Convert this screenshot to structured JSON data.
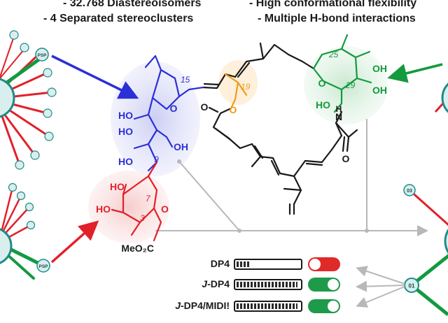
{
  "header": {
    "left_line1": "- 32.768 Diastereoisomers",
    "left_line2": "- 4 Separated stereoclusters",
    "right_line1": "- High conformational flexibility",
    "right_line2": "- Multiple H-bond interactions"
  },
  "molecule": {
    "atoms": {
      "o_thf": "O",
      "o_ester_ring": "O",
      "o_carbonyl_left": "O",
      "o_amide": "O",
      "nh": "N",
      "nh_h": "H",
      "o_pyran": "O",
      "ho_29": "HO",
      "oh_a": "OH",
      "oh_b": "OH",
      "ho_s1": "HO",
      "ho_s2": "HO",
      "oh_s3": "OH",
      "ho_s4": "HO",
      "ho_r1": "HO",
      "ho_r2": "HO",
      "o_ring": "O",
      "meo2c": "MeO₂C"
    },
    "numbers": {
      "n15": "15",
      "n19": "19",
      "n25": "25",
      "n29": "29",
      "n9": "9",
      "n7": "7",
      "n3": "3"
    }
  },
  "graph_nodes": {
    "psp_top": "PSP",
    "psp_bottom": "PSP",
    "node_03": "03",
    "node_01": "01"
  },
  "methods": [
    {
      "name": "DP4",
      "italic_prefix": "",
      "fill": 0.22,
      "state": "off"
    },
    {
      "name": "-DP4",
      "italic_prefix": "J",
      "fill": 0.97,
      "state": "on"
    },
    {
      "name": "-DP4/MIDI!",
      "italic_prefix": "J",
      "fill": 0.97,
      "state": "on"
    }
  ],
  "colors": {
    "blue": "#2b2fd6",
    "red": "#e2202a",
    "orange": "#f29a1c",
    "green": "#139a3f",
    "teal": "#1f8a87",
    "toggle_off": "#e02a2a",
    "toggle_on": "#1f9a4a",
    "connector": "#b8b8b8"
  }
}
